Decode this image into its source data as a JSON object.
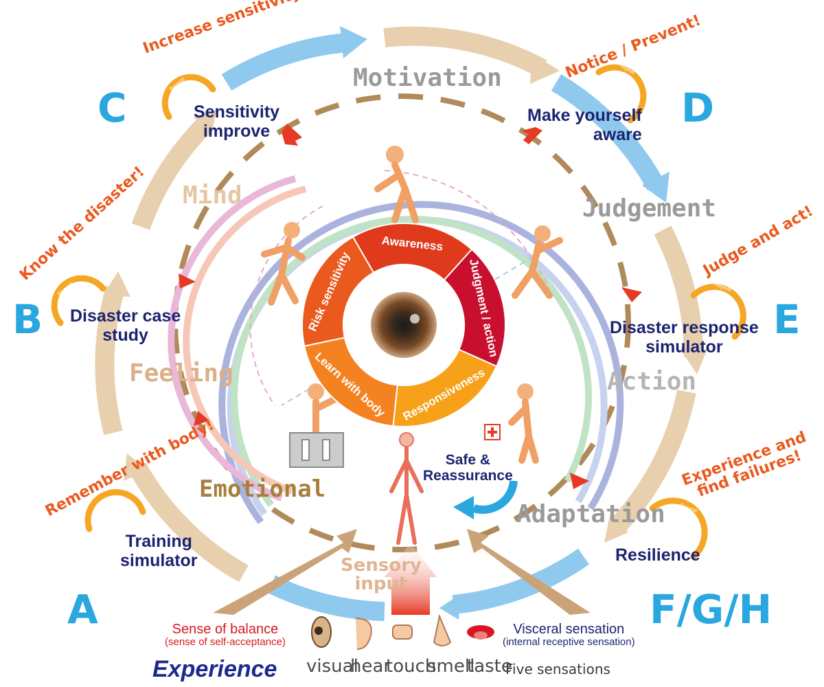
{
  "phases": {
    "a": "A",
    "b": "B",
    "c": "C",
    "d": "D",
    "e": "E",
    "fgh": "F/G/H"
  },
  "stages": {
    "motivation": "Motivation",
    "judgement": "Judgement",
    "action": "Action",
    "adaptation": "Adaptation",
    "emotional": "Emotional",
    "feeling": "Feeling",
    "mind": "Mind",
    "sensory_input": [
      "Sensory",
      "input"
    ]
  },
  "slogans": {
    "increase": "Increase sensitivity!",
    "notice": "Notice / Prevent!",
    "know": "Know the disaster!",
    "judge": "Judge and act!",
    "remember": "Remember with body!",
    "experience": [
      "Experience and",
      "find failures!"
    ]
  },
  "tools": {
    "sensitivity": [
      "Sensitivity",
      "improve"
    ],
    "aware": [
      "Make yourself",
      "aware"
    ],
    "case_study": [
      "Disaster case",
      "study"
    ],
    "simulator": [
      "Disaster response",
      "simulator"
    ],
    "training": [
      "Training",
      "simulator"
    ],
    "resilience": "Resilience",
    "safe": [
      "Safe &",
      "Reassurance"
    ]
  },
  "repeat_label": "Repeat",
  "center_ring": {
    "segments": [
      "Awareness",
      "Judgment / action",
      "Responsiveness",
      "Learn with body",
      "Risk sensitivity"
    ],
    "colors": [
      "#e03a1c",
      "#c8102e",
      "#f7a11a",
      "#f58220",
      "#ea5a1f"
    ]
  },
  "bottom": {
    "balance": [
      "Sense of balance",
      "(sense of self-acceptance)"
    ],
    "visceral": [
      "Visceral sensation",
      "(internal receptive sensation)"
    ],
    "experience": "Experience",
    "senses": [
      "visual",
      "hear",
      "touch",
      "smell",
      "taste"
    ],
    "five_sensations": "Five sensations"
  },
  "colors": {
    "phase_blue": "#29a7de",
    "navy": "#1c2370",
    "orange": "#ea5a1f",
    "tan_arrow": "#e8cfae",
    "blue_arrow": "#8fcaee",
    "red_arrow": "#e63a25"
  }
}
